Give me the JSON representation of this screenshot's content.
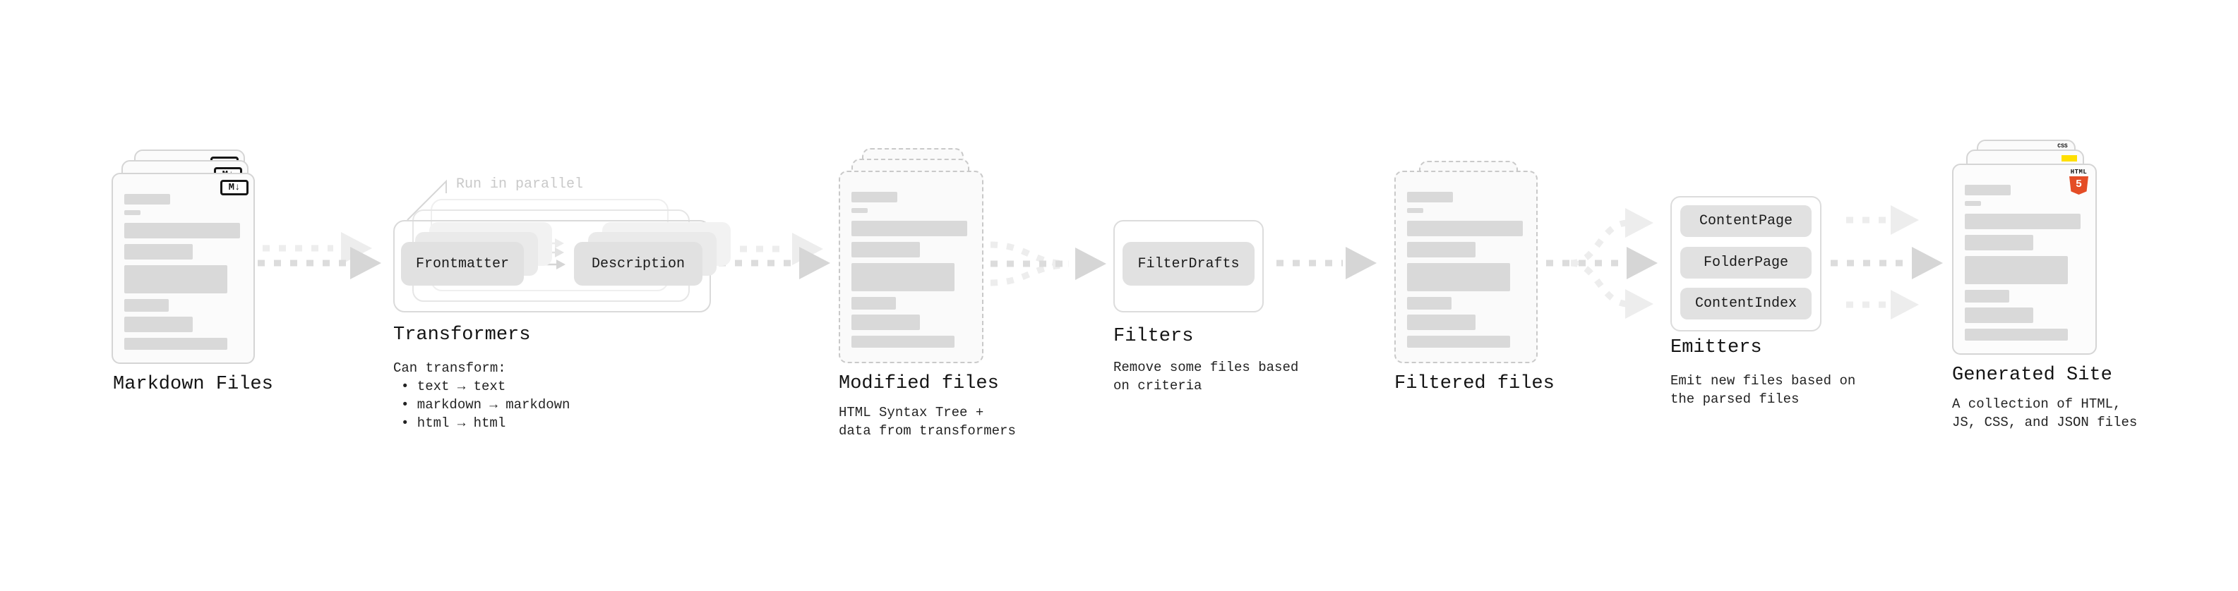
{
  "stages": [
    {
      "id": "markdown-files",
      "label": "Markdown Files",
      "badge": "M↓"
    },
    {
      "id": "transformers",
      "label": "Transformers",
      "note": "Run in parallel",
      "pills": [
        "Frontmatter",
        "Description"
      ],
      "body_title": "Can transform:",
      "bullets": [
        "• text → text",
        "• markdown → markdown",
        "• html → html"
      ]
    },
    {
      "id": "modified-files",
      "label": "Modified files",
      "description_lines": [
        "HTML Syntax Tree +",
        "data from transformers"
      ]
    },
    {
      "id": "filters",
      "label": "Filters",
      "pills": [
        "FilterDrafts"
      ],
      "description_lines": [
        "Remove some files based",
        "on criteria"
      ]
    },
    {
      "id": "filtered-files",
      "label": "Filtered files"
    },
    {
      "id": "emitters",
      "label": "Emitters",
      "pills": [
        "ContentPage",
        "FolderPage",
        "ContentIndex"
      ],
      "description_lines": [
        "Emit new files based on",
        "the parsed files"
      ]
    },
    {
      "id": "generated-site",
      "label": "Generated Site",
      "description_lines": [
        "A collection of HTML,",
        "JS, CSS, and JSON files"
      ],
      "badges": {
        "css": "CSS",
        "html": "HTML",
        "html5_number": "5"
      }
    }
  ],
  "colors": {
    "html5_orange": "#e44d26",
    "js_yellow": "#ffdf00",
    "css_blue": "#2965f1",
    "markdown_badge_border": "#161616",
    "pill_gray": "#e1e1e1",
    "arrow_gray": "#dcdcdc",
    "arrow_ghost_gray": "#ededed",
    "bar_gray": "#d9d9d9",
    "doc_border_gray": "#d5d5d5"
  }
}
